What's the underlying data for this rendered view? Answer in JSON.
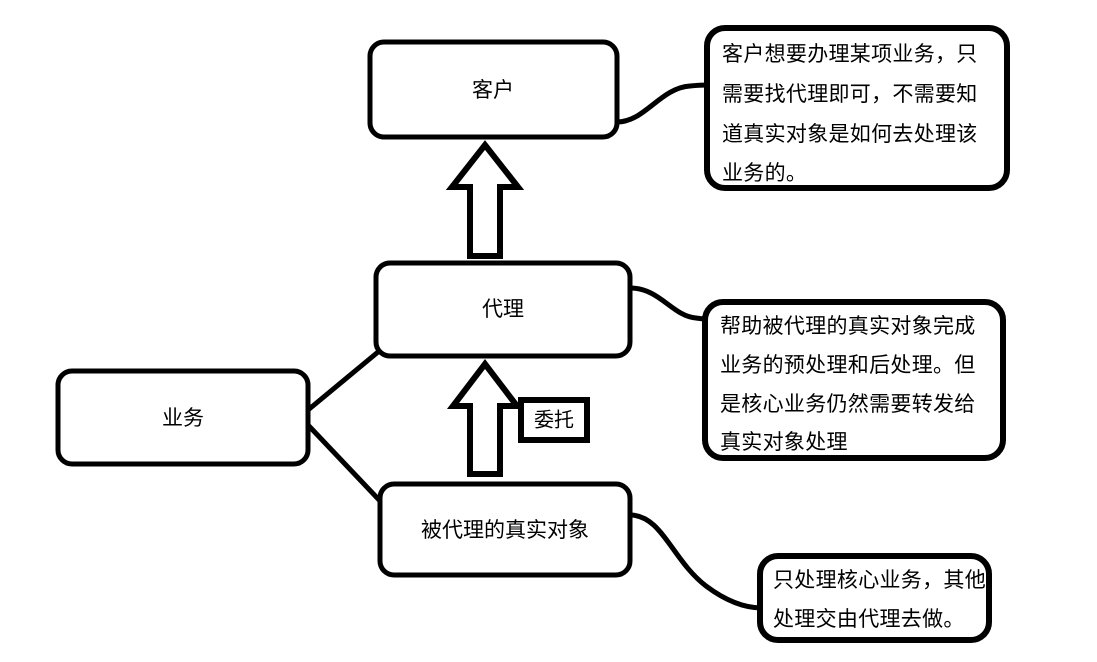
{
  "diagram": {
    "type": "proxy-pattern-concept-diagram",
    "background_color": "#ffffff",
    "stroke_color": "#000000",
    "nodes": [
      {
        "id": "business",
        "label": "业务"
      },
      {
        "id": "client",
        "label": "客户"
      },
      {
        "id": "proxy",
        "label": "代理"
      },
      {
        "id": "real-subject",
        "label": "被代理的真实对象"
      }
    ],
    "edge_labels": [
      {
        "id": "delegate",
        "label": "委托"
      }
    ],
    "notes": [
      {
        "id": "client-note",
        "target": "client",
        "lines": [
          "客户想要办理某项业务，只",
          "需要找代理即可，不需要知",
          "道真实对象是如何去处理该",
          "业务的。"
        ]
      },
      {
        "id": "proxy-note",
        "target": "proxy",
        "lines": [
          "帮助被代理的真实对象完成",
          "业务的预处理和后处理。但",
          "是核心业务仍然需要转发给",
          "真实对象处理"
        ]
      },
      {
        "id": "real-subject-note",
        "target": "real-subject",
        "lines": [
          "只处理核心业务，其他",
          "处理交由代理去做。"
        ]
      }
    ]
  }
}
